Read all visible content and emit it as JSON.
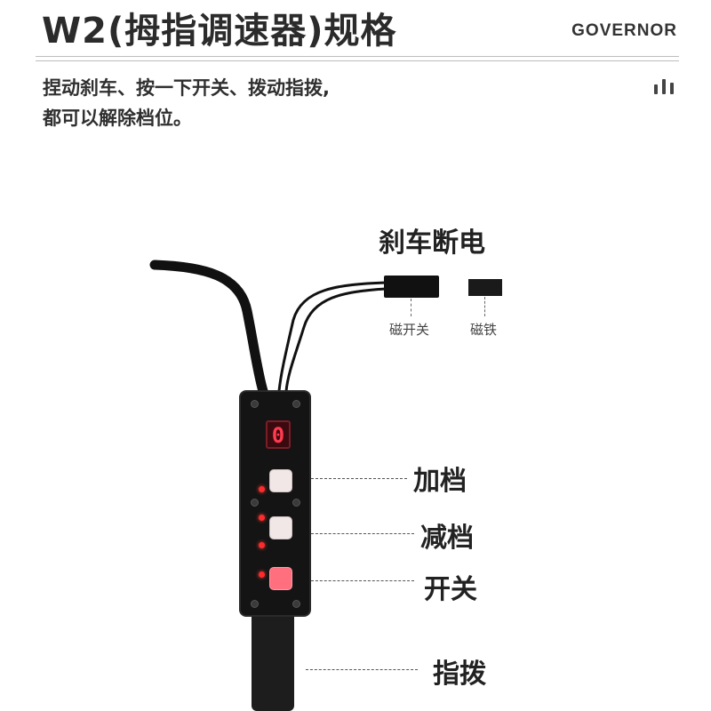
{
  "header": {
    "title": "W2(拇指调速器)规格",
    "brand": "GOVERNOR"
  },
  "description": {
    "line1": "捏动刹车、按一下开关、拨动指拨,",
    "line2": "都可以解除档位。"
  },
  "brake_section": {
    "title": "刹车断电",
    "magnet_switch_label": "磁开关",
    "magnet_label": "磁铁"
  },
  "device": {
    "display_value": "0"
  },
  "callouts": {
    "gear_up": "加档",
    "gear_down": "减档",
    "power": "开关",
    "thumb_lever": "指拨"
  },
  "colors": {
    "led": "#ff2a2a",
    "device_body": "#141414",
    "display": "#ff3b50"
  }
}
